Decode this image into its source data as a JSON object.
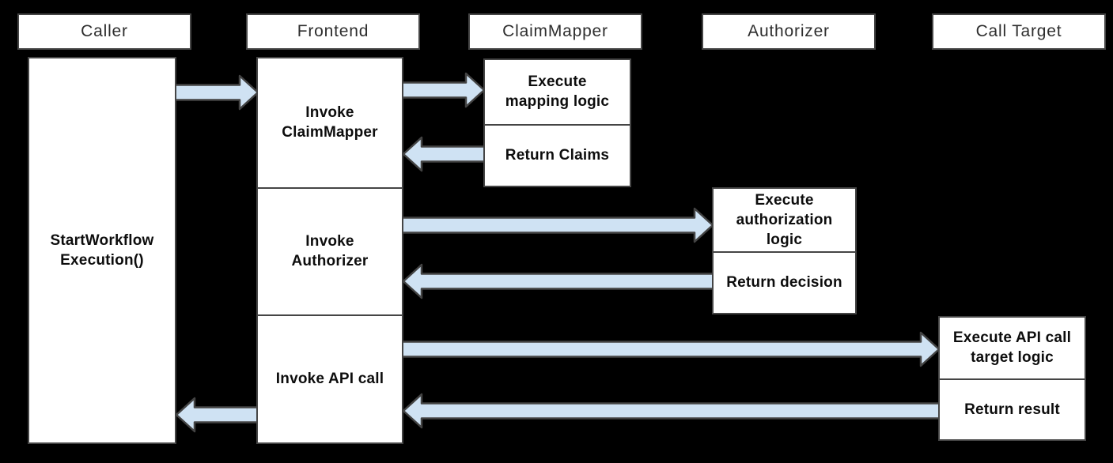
{
  "columns": [
    {
      "header": "Caller",
      "boxes": [
        {
          "label": "StartWorkflow\nExecution()"
        }
      ]
    },
    {
      "header": "Frontend",
      "boxes": [
        {
          "label": "Invoke\nClaimMapper"
        },
        {
          "label": "Invoke\nAuthorizer"
        },
        {
          "label": "Invoke API call"
        }
      ]
    },
    {
      "header": "ClaimMapper",
      "boxes": [
        {
          "label": "Execute\nmapping logic"
        },
        {
          "label": "Return Claims"
        }
      ]
    },
    {
      "header": "Authorizer",
      "boxes": [
        {
          "label": "Execute\nauthorization\nlogic"
        },
        {
          "label": "Return decision"
        }
      ]
    },
    {
      "header": "Call Target",
      "boxes": [
        {
          "label": "Execute API call\ntarget logic"
        },
        {
          "label": "Return result"
        }
      ]
    }
  ],
  "arrows": [
    {
      "name": "arrow-caller-to-frontend",
      "from": "Caller",
      "to": "Frontend",
      "direction": "right"
    },
    {
      "name": "arrow-frontend-to-claimmapper",
      "from": "Frontend",
      "to": "ClaimMapper",
      "direction": "right"
    },
    {
      "name": "arrow-claimmapper-return-to-frontend",
      "from": "ClaimMapper",
      "to": "Frontend",
      "direction": "left"
    },
    {
      "name": "arrow-frontend-to-authorizer",
      "from": "Frontend",
      "to": "Authorizer",
      "direction": "right"
    },
    {
      "name": "arrow-authorizer-return-to-frontend",
      "from": "Authorizer",
      "to": "Frontend",
      "direction": "left"
    },
    {
      "name": "arrow-frontend-to-calltarget",
      "from": "Frontend",
      "to": "Call Target",
      "direction": "right"
    },
    {
      "name": "arrow-calltarget-return-to-frontend",
      "from": "Call Target",
      "to": "Frontend",
      "direction": "left"
    },
    {
      "name": "arrow-frontend-return-to-caller",
      "from": "Frontend",
      "to": "Caller",
      "direction": "left"
    }
  ],
  "colors": {
    "background": "#000000",
    "box_fill": "#ffffff",
    "box_border": "#454545",
    "arrow_fill": "#cfe2f3",
    "arrow_stroke": "#434343"
  }
}
